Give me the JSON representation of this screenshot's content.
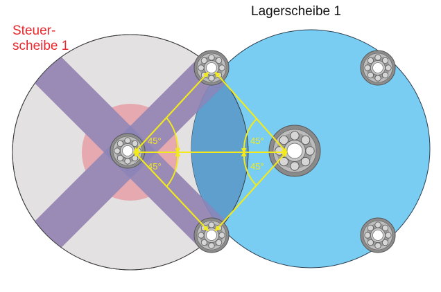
{
  "labels": {
    "steuer_line1": "Steuer-",
    "steuer_line2": "scheibe 1",
    "lager": "Lagerscheibe 1"
  },
  "angles": {
    "a1": "45°",
    "a2": "45°",
    "a3": "45°",
    "a4": "45°"
  },
  "colors": {
    "steuer_disc": "#e3e1e2",
    "steuer_cross": "#e7a9b0",
    "lager_disc": "#7acdf2",
    "overlap": "#5e9fcd",
    "bearing_outer": "#8a8a8a",
    "bearing_inner": "#cfcfcf",
    "arrows": "#f2ea1c",
    "label_red": "#e8262c"
  },
  "icons": [
    "ball-bearing-icon"
  ]
}
